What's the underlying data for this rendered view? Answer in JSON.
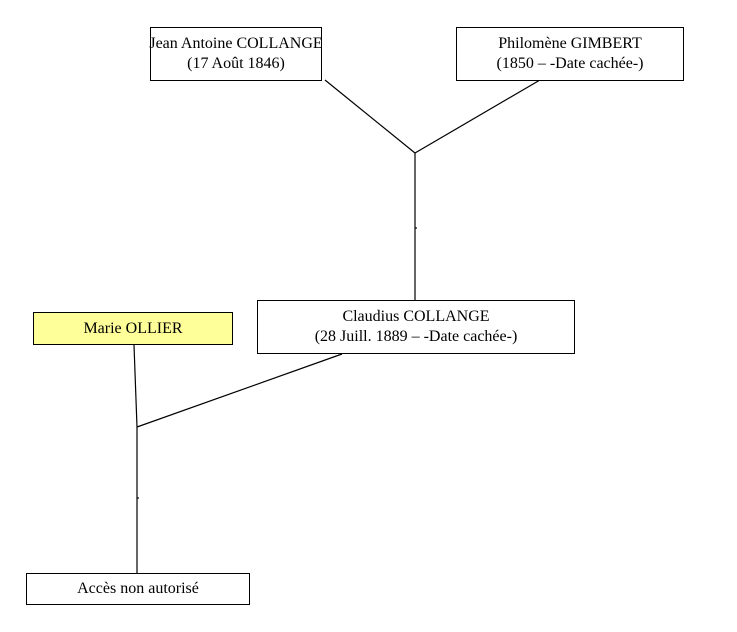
{
  "colors": {
    "box_border": "#000000",
    "box_background": "#ffffff",
    "highlight_background": "#ffff99",
    "line": "#000000"
  },
  "people": {
    "jean_antoine": {
      "name": "Jean Antoine COLLANGE",
      "dates": "(17 Août 1846)"
    },
    "philomene": {
      "name": "Philomène GIMBERT",
      "dates": "(1850 – -Date cachée-)"
    },
    "claudius": {
      "name": "Claudius COLLANGE",
      "dates": "(28 Juill. 1889 – -Date cachée-)"
    },
    "marie": {
      "name": "Marie OLLIER"
    },
    "child": {
      "name": "Accès non autorisé"
    }
  }
}
